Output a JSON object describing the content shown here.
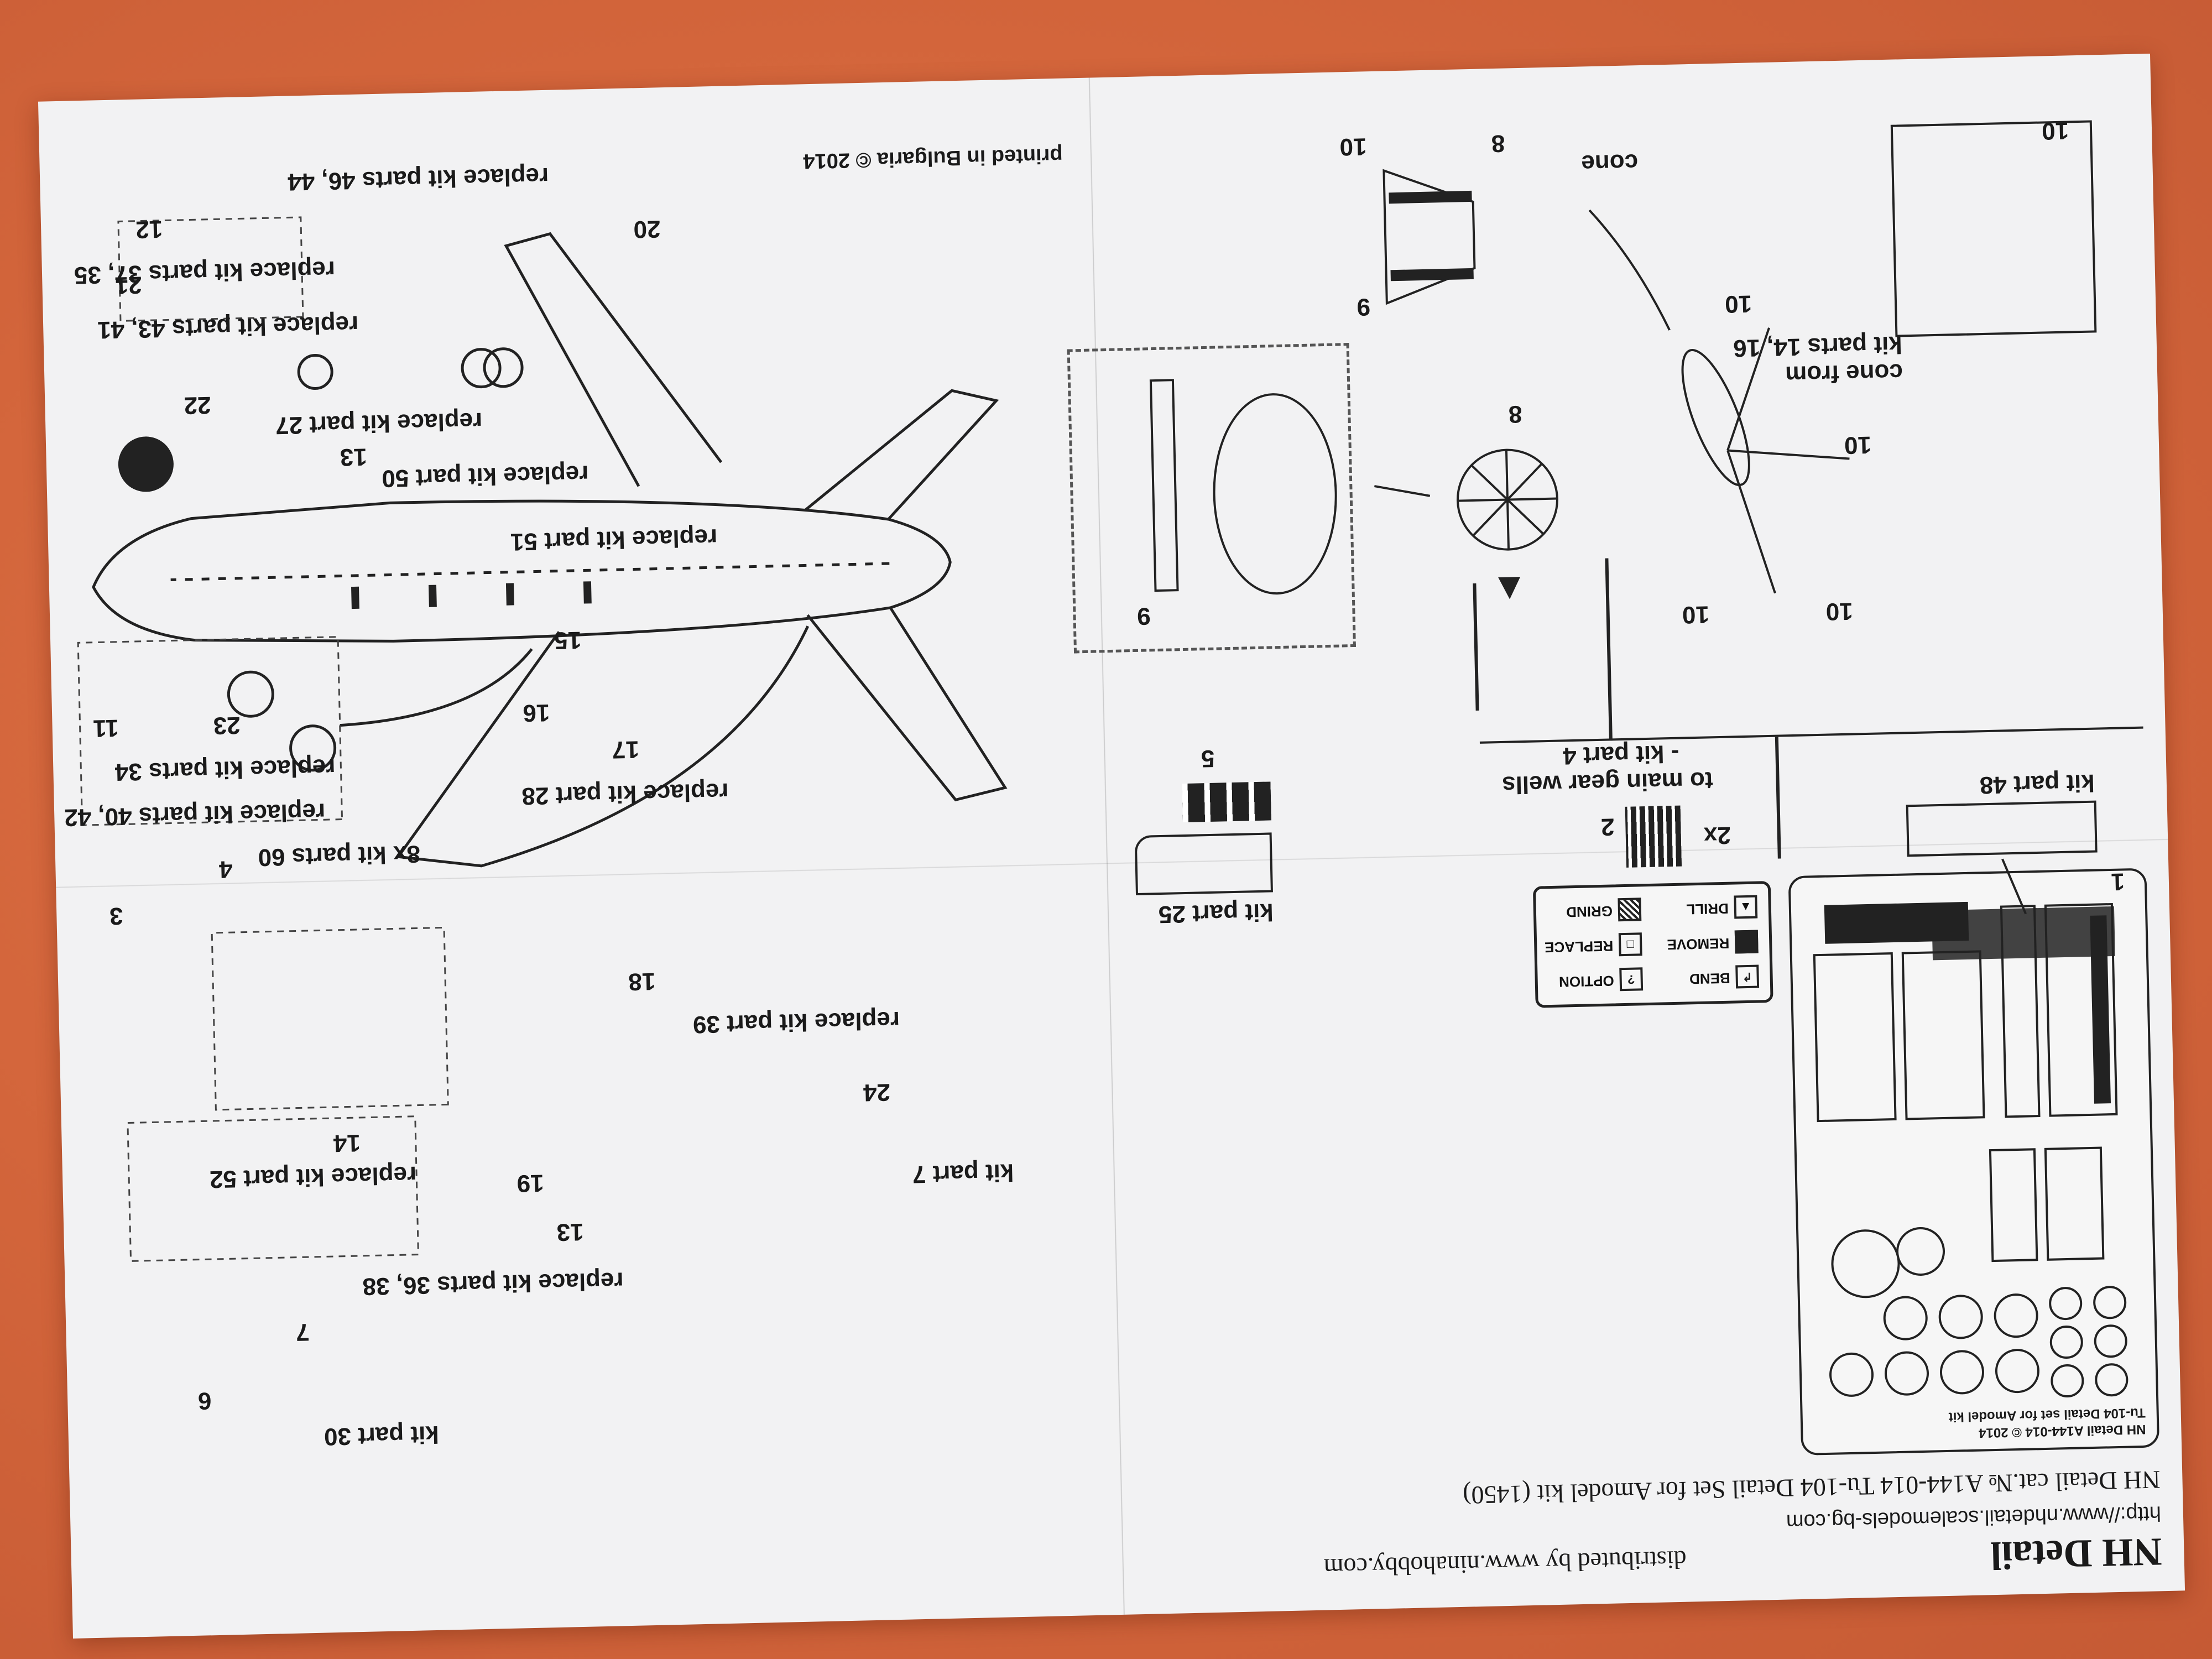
{
  "header": {
    "brand": "NH Detail",
    "website": "http://www.nhdetail.scalemodels-bg.com",
    "distributor": "distributed by www.ninahobby.com",
    "title": "NH Detail cat.№ A144-014 Tu-104 Detail Set for Amodel kit (1450)",
    "printed": "printed in Bulgaria © 2014"
  },
  "fret": {
    "line1": "NH Detail A144-014 © 2014",
    "line2": "Tu-104 Detail set for Amodel kit"
  },
  "legend": {
    "items": [
      {
        "icon": "bend-icon",
        "label": "BEND"
      },
      {
        "icon": "remove-icon",
        "label": "REMOVE"
      },
      {
        "icon": "drill-icon",
        "label": "DRILL"
      },
      {
        "icon": "option-icon",
        "label": "OPTION"
      },
      {
        "icon": "replace-icon",
        "label": "REPLACE"
      },
      {
        "icon": "grind-icon",
        "label": "GRIND"
      }
    ]
  },
  "steps": {
    "kit_part_48": "kit part 48",
    "part_1": "1",
    "two_x": "2x",
    "part_2": "2",
    "gear_wells_line1": "to main gear wells",
    "gear_wells_line2": "- kit part 4",
    "part_5": "5",
    "kit_part_25": "kit part 25",
    "part_9a": "9",
    "part_9b": "9",
    "part_8a": "8",
    "part_8b": "8",
    "part_10a": "10",
    "part_10b": "10",
    "part_10c": "10",
    "part_10d": "10",
    "part_10e": "10",
    "part_10f": "10",
    "cone": "cone",
    "cone_from_line1": "cone from",
    "cone_from_line2": "kit parts 14, 16"
  },
  "callouts": [
    {
      "text": "replace kit parts 46, 44"
    },
    {
      "text": "20"
    },
    {
      "text": "12"
    },
    {
      "text": "replace kit parts 37, 35"
    },
    {
      "text": "21"
    },
    {
      "text": "replace kit parts 43, 41"
    },
    {
      "text": "22"
    },
    {
      "text": "replace kit part 27"
    },
    {
      "text": "13"
    },
    {
      "text": "replace kit part 50"
    },
    {
      "text": "replace kit part 51"
    },
    {
      "text": "15"
    },
    {
      "text": "16"
    },
    {
      "text": "17"
    },
    {
      "text": "replace kit part 28"
    },
    {
      "text": "23"
    },
    {
      "text": "replace kit parts 34"
    },
    {
      "text": "11"
    },
    {
      "text": "replace kit parts 40, 42"
    },
    {
      "text": "8x kit parts 60"
    },
    {
      "text": "3"
    },
    {
      "text": "4"
    },
    {
      "text": "18"
    },
    {
      "text": "replace kit part 39"
    },
    {
      "text": "24"
    },
    {
      "text": "kit part 7"
    },
    {
      "text": "14"
    },
    {
      "text": "replace kit part 52"
    },
    {
      "text": "19"
    },
    {
      "text": "13"
    },
    {
      "text": "replace kit parts 36, 38"
    },
    {
      "text": "kit part 30"
    },
    {
      "text": "6"
    },
    {
      "text": "7"
    }
  ],
  "colors": {
    "background": "#d86a3f",
    "paper": "#f2f2f3",
    "ink": "#1a1a1a"
  }
}
